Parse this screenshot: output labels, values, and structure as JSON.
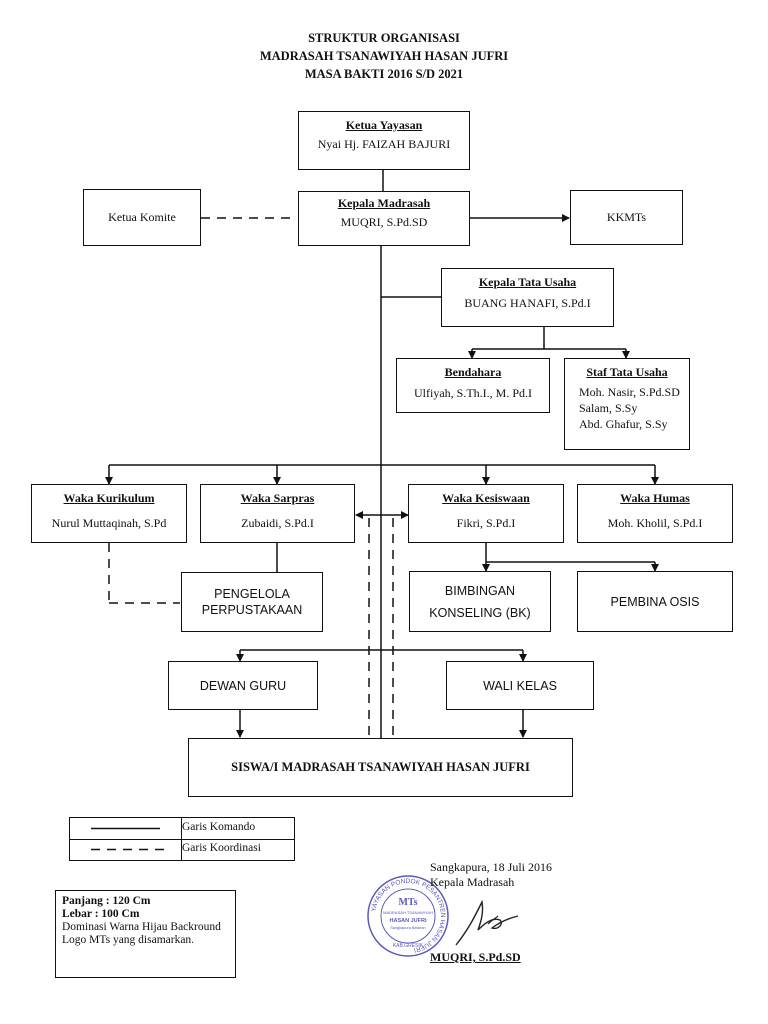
{
  "title": {
    "line1": "STRUKTUR ORGANISASI",
    "line2": "MADRASAH TSANAWIYAH HASAN JUFRI",
    "line3": "MASA BAKTI 2016 S/D 2021"
  },
  "nodes": {
    "ketua_yayasan": {
      "title": "Ketua Yayasan",
      "name": "Nyai Hj. FAIZAH BAJURI"
    },
    "kepala_madrasah": {
      "title": "Kepala Madrasah",
      "name": "MUQRI, S.Pd.SD"
    },
    "ketua_komite": {
      "name": "Ketua Komite"
    },
    "kkmts": {
      "name": "KKMTs"
    },
    "kepala_tata_usaha": {
      "title": "Kepala Tata Usaha",
      "name": "BUANG HANAFI, S.Pd.I"
    },
    "bendahara": {
      "title": "Bendahara",
      "name": "Ulfiyah, S.Th.I., M. Pd.I"
    },
    "staf_tata_usaha": {
      "title": "Staf Tata Usaha",
      "names": [
        "Moh. Nasir, S.Pd.SD",
        "Salam, S.Sy",
        "Abd. Ghafur, S.Sy"
      ]
    },
    "waka_kurikulum": {
      "title": "Waka Kurikulum",
      "name": "Nurul Muttaqinah, S.Pd"
    },
    "waka_sarpras": {
      "title": "Waka Sarpras",
      "name": "Zubaidi, S.Pd.I"
    },
    "waka_kesiswaan": {
      "title": "Waka Kesiswaan",
      "name": "Fikri, S.Pd.I"
    },
    "waka_humas": {
      "title": "Waka Humas",
      "name": "Moh. Kholil, S.Pd.I"
    },
    "pengelola_perpustakaan": {
      "line1": "PENGELOLA",
      "line2": "PERPUSTAKAAN"
    },
    "bimbingan_konseling": {
      "line1": "BIMBINGAN",
      "line2": "KONSELING (BK)"
    },
    "pembina_osis": {
      "name": "PEMBINA OSIS"
    },
    "dewan_guru": {
      "name": "DEWAN GURU"
    },
    "wali_kelas": {
      "name": "WALI KELAS"
    },
    "siswa": {
      "name": "SISWA/I MADRASAH TSANAWIYAH  HASAN JUFRI"
    }
  },
  "legend": [
    {
      "label": "Garis Komando",
      "style": "solid"
    },
    {
      "label": "Garis Koordinasi",
      "style": "dashed"
    }
  ],
  "note": {
    "panjang": "Panjang : 120 Cm",
    "lebar": "Lebar : 100 Cm",
    "text": "Dominasi Warna Hijau Backround Logo MTs yang disamarkan."
  },
  "signature": {
    "place_date": "Sangkapura, 18 Juli 2016",
    "role": "Kepala Madrasah",
    "name": "MUQRI, S.Pd.SD"
  },
  "stamp": {
    "center": "MTs",
    "line1": "MADRASAH TSANAWIYAH",
    "line2": "HASAN JUFRI",
    "line3": "Sangkapura Bawean",
    "ring": "YAYASAN PONDOK PESANTREN HASAN JUFRI",
    "bottom": "KAB.GRESIK",
    "color": "#5b5bb8"
  }
}
